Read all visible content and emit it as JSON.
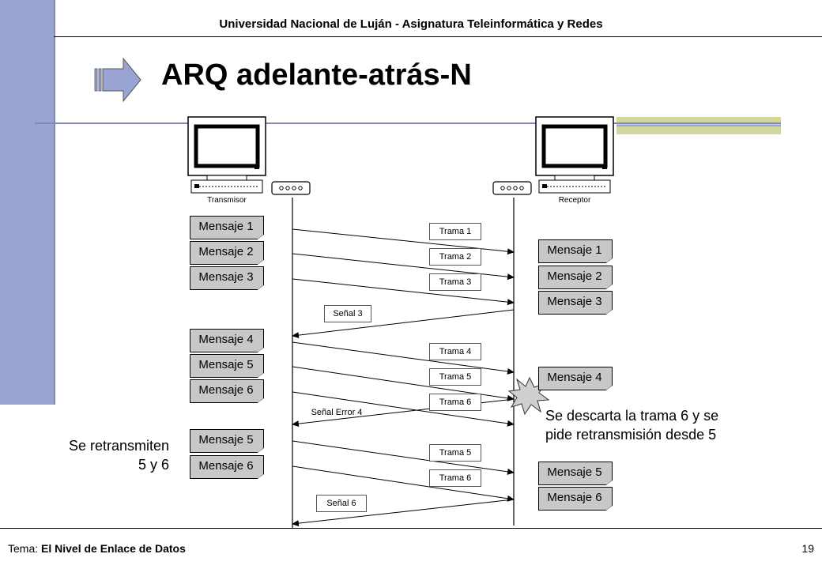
{
  "header": {
    "institution": "Universidad Nacional de Luján - Asignatura Teleinformática y Redes"
  },
  "slide": {
    "title": "ARQ adelante-atrás-N"
  },
  "computers": {
    "left_label": "Transmisor",
    "right_label": "Receptor"
  },
  "sender_messages": [
    "Mensaje 1",
    "Mensaje 2",
    "Mensaje 3",
    "Mensaje 4",
    "Mensaje 5",
    "Mensaje 6",
    "Mensaje 5",
    "Mensaje 6"
  ],
  "receiver_messages": [
    "Mensaje 1",
    "Mensaje 2",
    "Mensaje 3",
    "Mensaje 4",
    "Mensaje 5",
    "Mensaje 6"
  ],
  "frame_labels": [
    "Trama  1",
    "Trama  2",
    "Trama  3",
    "Trama  4",
    "Trama  5",
    "Trama  6",
    "Trama  5",
    "Trama  6"
  ],
  "signal_labels": [
    "Señal 3",
    "Señal Error 4",
    "Señal 6"
  ],
  "notes": {
    "retransmit_line1": "Se retransmiten",
    "retransmit_line2": "5 y 6",
    "discard_line1": "Se descarta la trama 6 y se",
    "discard_line2": "pide retransmisión desde 5"
  },
  "footer": {
    "tema_label": "Tema:",
    "tema_value": "El Nivel de Enlace de Datos",
    "page_number": "19"
  }
}
